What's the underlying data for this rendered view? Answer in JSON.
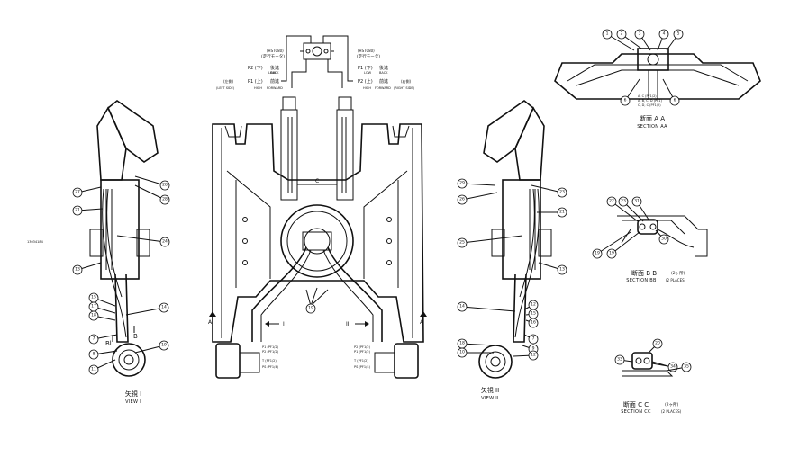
{
  "center_top": {
    "left_motor": {
      "code": "(HST080)",
      "name_jp": "(走行モータ)",
      "p2": "P2 (下)",
      "p2_low": "LOW",
      "p2_dir_jp": "後進",
      "p2_dir": "BACK",
      "p1": "P1 (上)",
      "p1_dir_jp": "前進",
      "side_jp": "(左側)",
      "side": "(LEFT SIDE)",
      "p1_high": "HIGH",
      "p1_dir": "FORWARD"
    },
    "right_motor": {
      "code": "(HST080)",
      "name_jp": "(走行モータ)",
      "p1": "P1 (下)",
      "p1_low": "LOW",
      "p1_dir_jp": "後進",
      "p1_dir": "BACK",
      "p2": "P2 (上)",
      "p2_dir_jp": "前進",
      "side_jp": "(右側)",
      "side": "(RIGHT SIDE)",
      "p2_high": "HIGH",
      "p2_dir": "FORWARD"
    }
  },
  "center_bottom": {
    "left_ports": [
      "P1 (PF1/2)",
      "P2 (PF1/2)",
      "T (PF1/2)",
      "PS (PF1/4)"
    ],
    "right_ports": [
      "P2 (PF1/2)",
      "P1 (PF1/2)",
      "T (PF1/2)",
      "PS (PF1/4)"
    ],
    "arrow_left": "I",
    "arrow_right": "II",
    "mark_a_left": "A",
    "mark_a_right": "A",
    "mark_c": "C",
    "balloon_19": "19"
  },
  "view1": {
    "caption_jp": "矢視 I",
    "caption_en": "VIEW I",
    "mark_b": "B",
    "mark_bl": "Bl",
    "balloons": [
      "27",
      "21",
      "28",
      "28",
      "24",
      "13",
      "15",
      "17",
      "18",
      "7",
      "8",
      "11",
      "14",
      "19"
    ]
  },
  "view2": {
    "caption_jp": "矢視 II",
    "caption_en": "VIEW II",
    "balloons": [
      "29",
      "26",
      "23",
      "21",
      "25",
      "13",
      "14",
      "12",
      "15",
      "16",
      "7",
      "9",
      "18",
      "10",
      "12"
    ]
  },
  "section_aa": {
    "caption_jp": "断面 A A",
    "caption_en": "SECTION AA",
    "note_1": "A, C (PF1/2)",
    "note_2": "A, B, C, D (PF1)",
    "note_3": "C, D, C (PF1/2)",
    "balloons": [
      "1",
      "2",
      "3",
      "4",
      "5",
      "6",
      "6"
    ]
  },
  "section_bb": {
    "caption_jp": "断面 B B",
    "count_jp": "(2ヶ所)",
    "caption_en": "SECTION BB",
    "count_en": "(2 PLACES)",
    "balloons": [
      "22",
      "23",
      "31",
      "19",
      "19",
      "30"
    ]
  },
  "section_cc": {
    "caption_jp": "断面 C C",
    "count_jp": "(2ヶ所)",
    "caption_en": "SECTION CC",
    "count_en": "(2 PLACES)",
    "balloons": [
      "20",
      "33",
      "34",
      "35"
    ]
  },
  "margin_note": "13034184"
}
